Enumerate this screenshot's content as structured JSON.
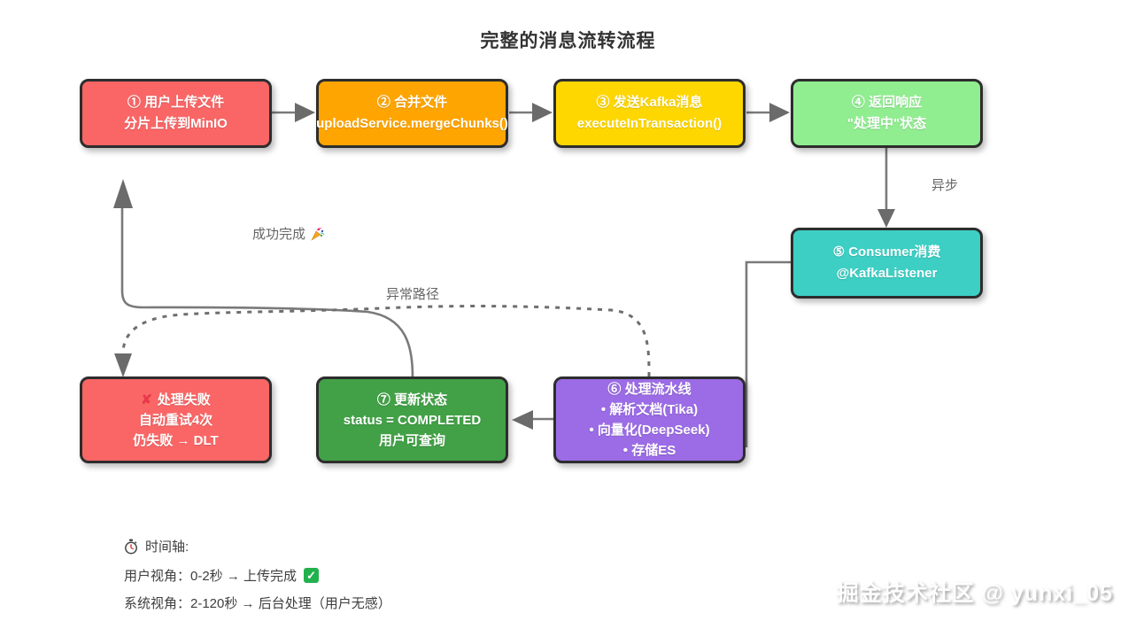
{
  "title": "完整的消息流转流程",
  "colors": {
    "step1": "#fa6666",
    "step2": "#ffa502",
    "step3": "#ffd700",
    "step4": "#90ee90",
    "step5": "#3dcfc4",
    "step6": "#9b6ce6",
    "step7": "#42a147",
    "fail": "#fa6666",
    "edge_line": "#7a7a7a",
    "node_border": "#2d2d2d",
    "node_text": "#ffffff",
    "check_green": "#23b14d",
    "cross_red": "#e8394a"
  },
  "nodes": {
    "step1": {
      "line1": "① 用户上传文件",
      "line2": "分片上传到MinIO"
    },
    "step2": {
      "line1": "② 合并文件",
      "line2": "uploadService.mergeChunks()"
    },
    "step3": {
      "line1": "③ 发送Kafka消息",
      "line2": "executeInTransaction()"
    },
    "step4": {
      "line1": "④ 返回响应",
      "line2": "\"处理中\"状态"
    },
    "step5": {
      "line1": "⑤ Consumer消费",
      "line2": "@KafkaListener"
    },
    "step6": {
      "line1": "⑥ 处理流水线",
      "line2": "• 解析文档(Tika)",
      "line3": "• 向量化(DeepSeek)",
      "line4": "• 存储ES"
    },
    "step7": {
      "line1": "⑦ 更新状态",
      "line2": "status = COMPLETED",
      "line3": "用户可查询"
    },
    "fail": {
      "line1": "处理失败",
      "line2": "自动重试4次",
      "line3": "仍失败 → DLT"
    }
  },
  "icons": {
    "cross": "✘",
    "check": "✓",
    "stopwatch": "stopwatch-icon",
    "party_popper": "party-popper-icon"
  },
  "edge_labels": {
    "async": "异步",
    "success": "成功完成",
    "exception": "异常路径"
  },
  "timeline": {
    "heading": "时间轴:",
    "user_view": "用户视角：0-2秒 → 上传完成",
    "system_view": "系统视角：2-120秒 → 后台处理（用户无感）"
  },
  "watermark": "掘金技术社区 @ yunxi_05"
}
